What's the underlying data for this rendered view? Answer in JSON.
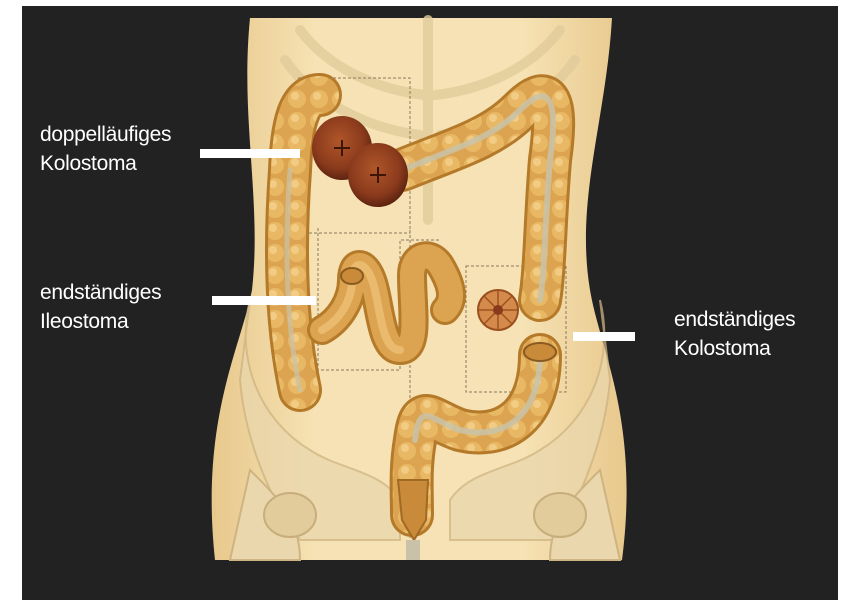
{
  "labels": {
    "loop_colostomy": {
      "line1": "doppelläufiges",
      "line2": "Kolostoma"
    },
    "end_ileostomy": {
      "line1": "endständiges",
      "line2": "Ileostoma"
    },
    "end_colostomy": {
      "line1": "endständiges",
      "line2": "Kolostoma"
    }
  },
  "colors": {
    "background": "#222222",
    "torso": "#f4ddaa",
    "bone": "#ead7ad",
    "colon": "#d9a04a",
    "colon_dark": "#b47a2a",
    "stoma": "#8a3a1c",
    "label_text": "#ffffff"
  }
}
